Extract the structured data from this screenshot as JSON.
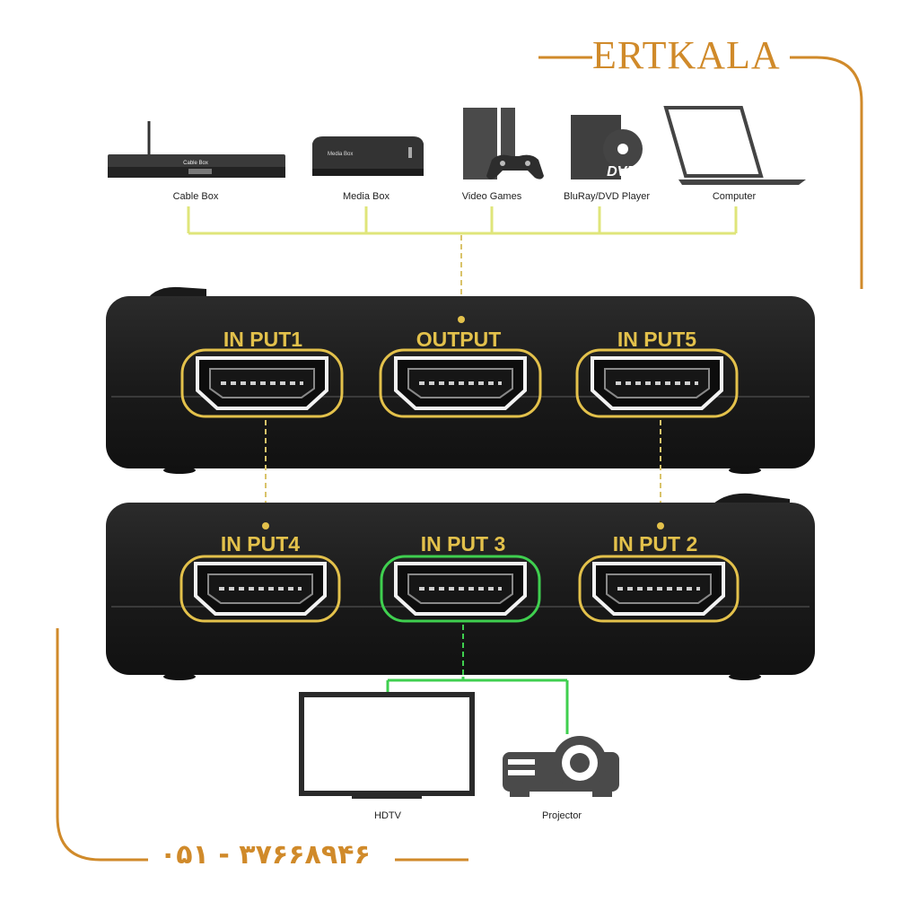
{
  "brand": {
    "name": "ERTKALA",
    "color": "#d08a2a"
  },
  "phone": "۰۵۱ - ۳۷۶۶۸۹۴۶",
  "sources": [
    {
      "label": "Cable Box",
      "icon": "cable-box-icon",
      "screen_text": "Cable Box"
    },
    {
      "label": "Media Box",
      "icon": "media-box-icon",
      "screen_text": "Media Box"
    },
    {
      "label": "Video Games",
      "icon": "game-console-icon"
    },
    {
      "label": "BluRay/DVD Player",
      "icon": "dvd-player-icon",
      "screen_text": "DVD"
    },
    {
      "label": "Computer",
      "icon": "laptop-icon"
    }
  ],
  "switch_top": {
    "ports": [
      {
        "label": "IN PUT1"
      },
      {
        "label": "OUTPUT"
      },
      {
        "label": "IN PUT5"
      }
    ]
  },
  "switch_bottom": {
    "ports": [
      {
        "label": "IN PUT4"
      },
      {
        "label": "IN PUT 3",
        "active": true
      },
      {
        "label": "IN PUT 2"
      }
    ]
  },
  "outputs": [
    {
      "label": "HDTV",
      "icon": "tv-icon"
    },
    {
      "label": "Projector",
      "icon": "projector-icon"
    }
  ],
  "colors": {
    "accent": "#d08a2a",
    "port_gold": "#e3c14b",
    "wire_yellow": "#dfe57a",
    "wire_green": "#3fcf4f",
    "device_dark": "#1e1e1e"
  }
}
